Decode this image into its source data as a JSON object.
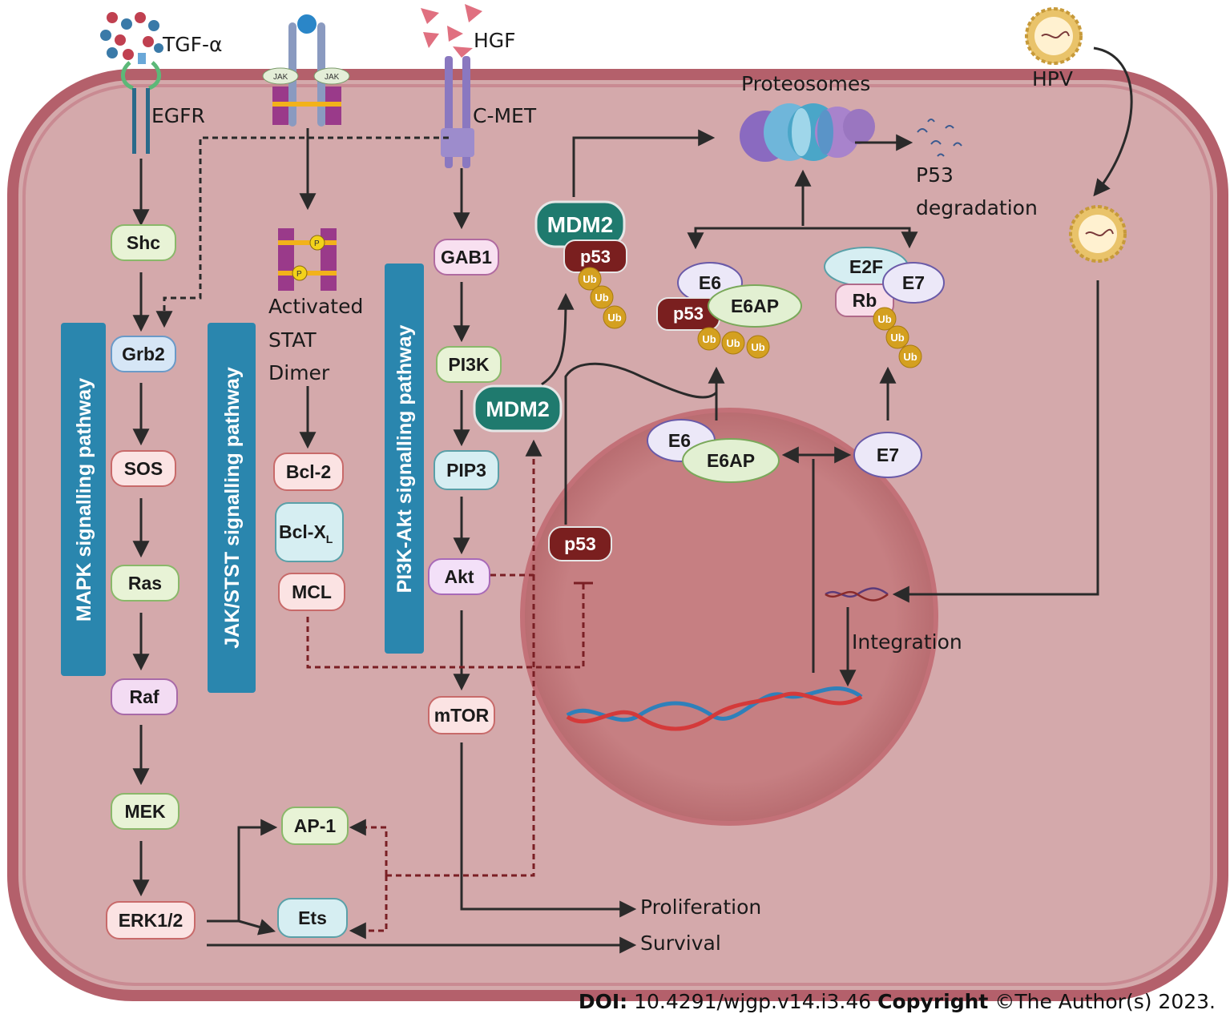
{
  "ligands": {
    "tgf": "TGF-α",
    "hgf": "HGF",
    "hpv": "HPV"
  },
  "receptors": {
    "egfr": "EGFR",
    "cmet": "C-MET",
    "jak": "JAK"
  },
  "mapk": {
    "title": "MAPK signalling pathway",
    "shc": "Shc",
    "grb2": "Grb2",
    "sos": "SOS",
    "ras": "Ras",
    "raf": "Raf",
    "mek": "MEK",
    "erk": "ERK1/2"
  },
  "jak": {
    "title": "JAK/STST signalling pathway",
    "activated": "Activated",
    "stat": "STAT",
    "dimer": "Dimer",
    "p": "P",
    "bcl2": "Bcl-2",
    "bclx": "Bcl-X",
    "bclx_sub": "L",
    "mcl": "MCL"
  },
  "pi3k": {
    "title": "PI3K-Akt signalling pathway",
    "gab1": "GAB1",
    "pi3k": "PI3K",
    "pip3": "PIP3",
    "akt": "Akt",
    "mtor": "mTOR",
    "mdm2": "MDM2",
    "p53": "p53"
  },
  "transcription": {
    "ap1": "AP-1",
    "ets": "Ets"
  },
  "outcomes": {
    "proliferation": "Proliferation",
    "survival": "Survival"
  },
  "degradation": {
    "proteosomes": "Proteosomes",
    "p53deg_line1": "P53",
    "p53deg_line2": "degradation"
  },
  "complexes": {
    "mdm2": "MDM2",
    "p53": "p53",
    "ub": "Ub",
    "e6": "E6",
    "e6ap": "E6AP",
    "e2f": "E2F",
    "e7": "E7",
    "rb": "Rb"
  },
  "nucleus": {
    "integration": "Integration"
  },
  "footer": {
    "doi_label": "DOI:",
    "doi": "10.4291/wjgp.v14.i3.46",
    "copyright_label": "Copyright",
    "copyright": "©The Author(s) 2023."
  },
  "colors": {
    "cytoplasm": "#d4a9ab",
    "membrane": "#b8636f",
    "nucleus": "#c78385",
    "pathway_box": "#2a86ae",
    "mdm2": "#1f7a6e",
    "p53": "#7a1f1f",
    "ub": "#d4a020"
  }
}
